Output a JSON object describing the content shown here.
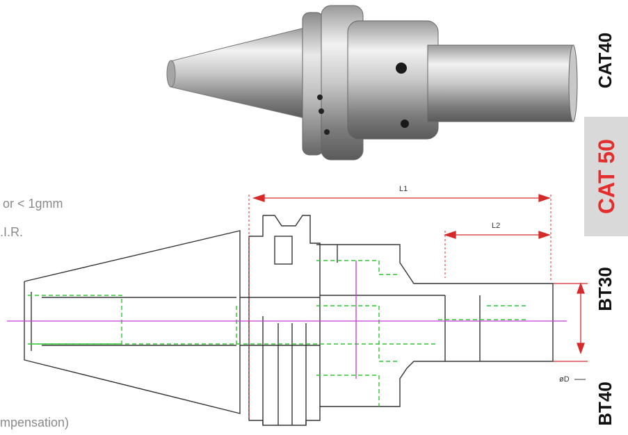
{
  "side_labels": {
    "cat40": "CAT40",
    "cat50": "CAT 50",
    "bt30": "BT30",
    "bt40": "BT40"
  },
  "spec_text": {
    "balance": "or  < 1gmm",
    "tir": ".I.R.",
    "compensation": "mpensation)"
  },
  "dimensions": {
    "l1": "L1",
    "l2": "L2",
    "od": "øD"
  },
  "colors": {
    "accent_red": "#e42d2d",
    "tab_gray": "#d9d9d9",
    "centerline": "#c23ad8",
    "hidden_line": "#2ec42e"
  }
}
